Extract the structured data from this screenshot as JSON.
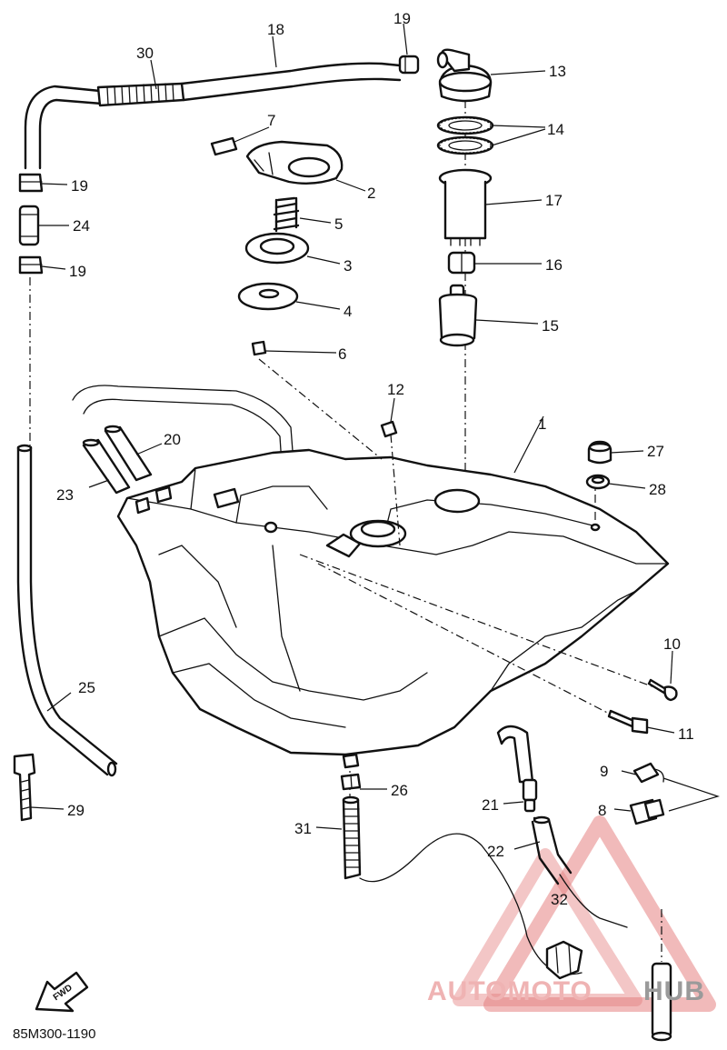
{
  "labels": {
    "p1": "1",
    "p2": "2",
    "p3": "3",
    "p4": "4",
    "p5": "5",
    "p6": "6",
    "p7": "7",
    "p8": "8",
    "p9": "9",
    "p10": "10",
    "p11": "11",
    "p12": "12",
    "p13": "13",
    "p14": "14",
    "p15": "15",
    "p16": "16",
    "p17": "17",
    "p18": "18",
    "p19a": "19",
    "p19b": "19",
    "p19c": "19",
    "p20": "20",
    "p21": "21",
    "p22": "22",
    "p23": "23",
    "p24": "24",
    "p25": "25",
    "p26": "26",
    "p27": "27",
    "p28": "28",
    "p29": "29",
    "p30": "30",
    "p31": "31",
    "p32": "32"
  },
  "fwd_label": "FWD",
  "diagram_code": "85M300-1190",
  "watermark": {
    "part1": "AUTOMOTO",
    "part2": "HUB",
    "color_primary": "#e8a0a0",
    "color_secondary": "#9a9a9a",
    "triangle_color": "#e06b6b"
  }
}
